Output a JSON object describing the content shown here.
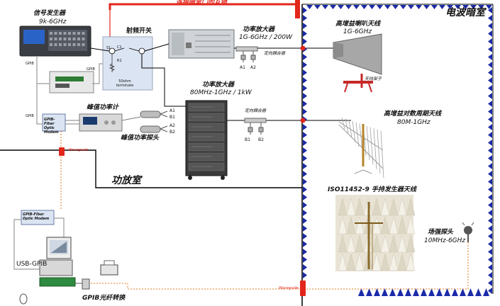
{
  "labels": {
    "sig_gen_title": "信号发生器",
    "sig_gen_range": "9k-6GHz",
    "rf_switch": "射频开关",
    "interlock": "连接暗室门的互锁",
    "anechoic_chamber": "电波暗室",
    "amp1_title": "功率放大器",
    "amp1_spec": "1G-6GHz / 200W",
    "coupler1": "定向耦合器",
    "a1": "A1",
    "a2": "A2",
    "horn_title": "高增益喇叭天线",
    "horn_range": "1G-6GHz",
    "antenna_stand": "天线架子",
    "amp2_title": "功率放大器",
    "amp2_spec": "80MHz-1GHz / 1kW",
    "coupler2": "定向耦合器",
    "b1": "B1",
    "b2": "B2",
    "lpda_title": "高增益对数周期天线",
    "lpda_range": "80M-1GHz",
    "peak_meter": "峰值功率计",
    "peak_probe": "峰值功率探头",
    "meter_a1": "A1",
    "meter_b1": "B1",
    "meter_a2": "A2",
    "meter_b2": "B2",
    "fiber_modem1": "GPIB-Fiber Optic Modem",
    "fiber_modem2": "GPIB-Fiber Optic Modem",
    "gpib_1": "GPIB",
    "gpib_2": "GPIB",
    "gpib_3": "GPIB",
    "waveguide_1": "Waveguide",
    "waveguide_2": "Waveguide",
    "amp_room": "功放室",
    "iso_antenna": "ISO11452-9 手持发生器天线",
    "field_probe_title": "场强探头",
    "field_probe_range": "10MHz-6GHz",
    "usb_gpib": "USB-GPIB",
    "gpib_fiber_converter": "GPIB光纤转换",
    "switch_resistor": "50ohm terminate",
    "port_s1": "S1",
    "port_c1": "C1",
    "port_r1": "R1"
  },
  "colors": {
    "interlock_red": "#e2261c",
    "chamber_wall_blue": "#1a2aa8",
    "fiber_orange": "#e07a1c",
    "cable_gray": "#9a9a9a",
    "switch_box_fill": "#dbe4f2"
  }
}
